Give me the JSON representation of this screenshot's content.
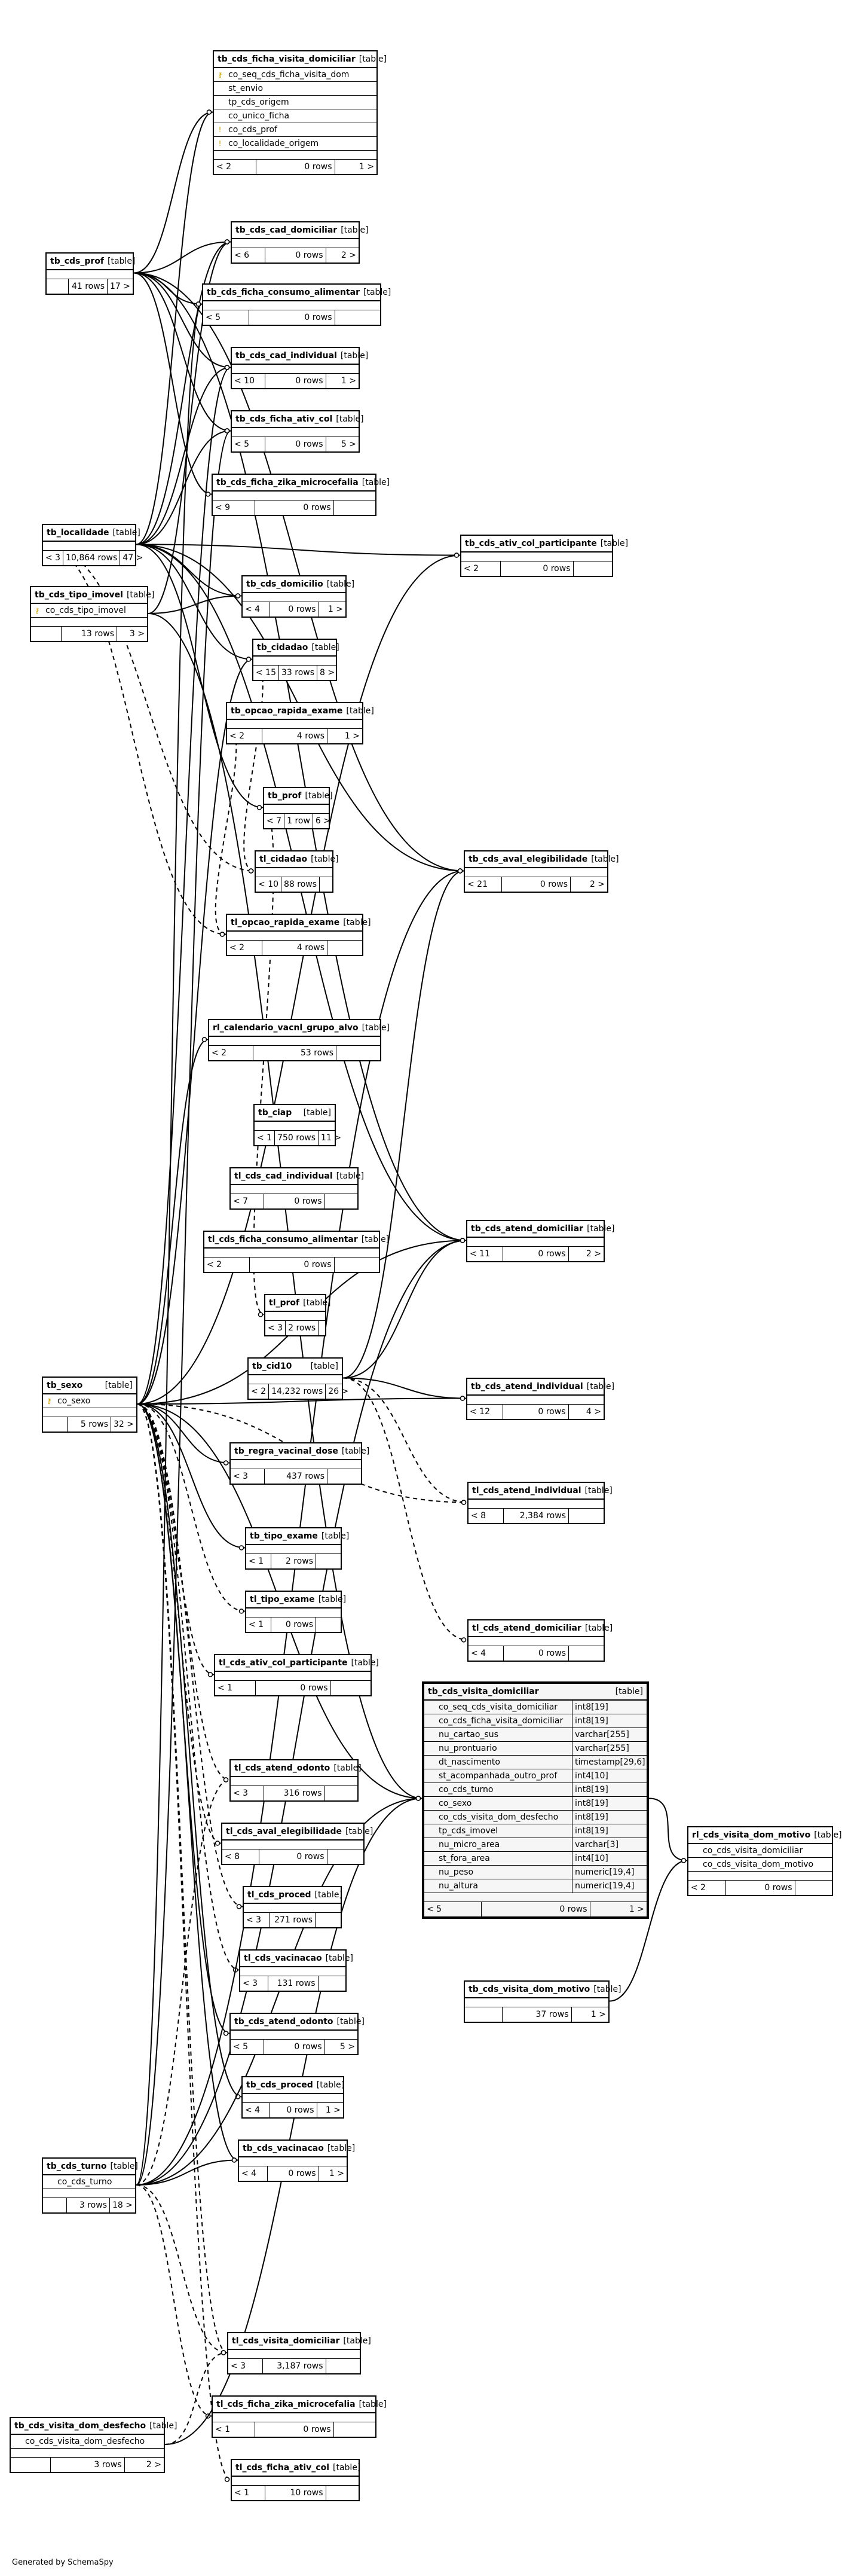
{
  "footer": "Generated by SchemaSpy",
  "kind_label": "[table]",
  "tables": [
    {
      "name": "tb_cds_ficha_visita_domiciliar",
      "columns": [
        {
          "name": "co_seq_cds_ficha_visita_dom",
          "key": "pk"
        },
        {
          "name": "st_envio"
        },
        {
          "name": "tp_cds_origem"
        },
        {
          "name": "co_unico_ficha"
        },
        {
          "name": "co_cds_prof",
          "key": "fk"
        },
        {
          "name": "co_localidade_origem",
          "key": "fk"
        }
      ],
      "parents": "< 2",
      "rows": "0 rows",
      "children": "1 >"
    },
    {
      "name": "tb_cds_cad_domiciliar",
      "columns": [],
      "parents": "< 6",
      "rows": "0 rows",
      "children": "2 >"
    },
    {
      "name": "tb_cds_prof",
      "columns": [],
      "parents": "",
      "rows": "41 rows",
      "children": "17 >"
    },
    {
      "name": "tb_cds_ficha_consumo_alimentar",
      "columns": [],
      "parents": "< 5",
      "rows": "0 rows",
      "children": ""
    },
    {
      "name": "tb_cds_cad_individual",
      "columns": [],
      "parents": "< 10",
      "rows": "0 rows",
      "children": "1 >"
    },
    {
      "name": "tb_cds_ficha_ativ_col",
      "columns": [],
      "parents": "< 5",
      "rows": "0 rows",
      "children": "5 >"
    },
    {
      "name": "tb_cds_ficha_zika_microcefalia",
      "columns": [],
      "parents": "< 9",
      "rows": "0 rows",
      "children": ""
    },
    {
      "name": "tb_localidade",
      "columns": [],
      "parents": "< 3",
      "rows": "10,864 rows",
      "children": "47 >"
    },
    {
      "name": "tb_cds_ativ_col_participante",
      "columns": [],
      "parents": "< 2",
      "rows": "0 rows",
      "children": ""
    },
    {
      "name": "tb_cds_tipo_imovel",
      "columns": [
        {
          "name": "co_cds_tipo_imovel",
          "key": "pk"
        }
      ],
      "parents": "",
      "rows": "13 rows",
      "children": "3 >"
    },
    {
      "name": "tb_cds_domicilio",
      "columns": [],
      "parents": "< 4",
      "rows": "0 rows",
      "children": "1 >"
    },
    {
      "name": "tb_cidadao",
      "columns": [],
      "parents": "< 15",
      "rows": "33 rows",
      "children": "8 >"
    },
    {
      "name": "tb_opcao_rapida_exame",
      "columns": [],
      "parents": "< 2",
      "rows": "4 rows",
      "children": "1 >"
    },
    {
      "name": "tb_prof",
      "columns": [],
      "parents": "< 7",
      "rows": "1 row",
      "children": "6 >"
    },
    {
      "name": "tb_cds_aval_elegibilidade",
      "columns": [],
      "parents": "< 21",
      "rows": "0 rows",
      "children": "2 >"
    },
    {
      "name": "tl_cidadao",
      "columns": [],
      "parents": "< 10",
      "rows": "88 rows",
      "children": ""
    },
    {
      "name": "tl_opcao_rapida_exame",
      "columns": [],
      "parents": "< 2",
      "rows": "4 rows",
      "children": ""
    },
    {
      "name": "rl_calendario_vacnl_grupo_alvo",
      "columns": [],
      "parents": "< 2",
      "rows": "53 rows",
      "children": ""
    },
    {
      "name": "tb_ciap",
      "columns": [],
      "parents": "< 1",
      "rows": "750 rows",
      "children": "11 >"
    },
    {
      "name": "tl_cds_cad_individual",
      "columns": [],
      "parents": "< 7",
      "rows": "0 rows",
      "children": ""
    },
    {
      "name": "tb_cds_atend_domiciliar",
      "columns": [],
      "parents": "< 11",
      "rows": "0 rows",
      "children": "2 >"
    },
    {
      "name": "tl_cds_ficha_consumo_alimentar",
      "columns": [],
      "parents": "< 2",
      "rows": "0 rows",
      "children": ""
    },
    {
      "name": "tl_prof",
      "columns": [],
      "parents": "< 3",
      "rows": "2 rows",
      "children": ""
    },
    {
      "name": "tb_sexo",
      "columns": [
        {
          "name": "co_sexo",
          "key": "pk"
        }
      ],
      "parents": "",
      "rows": "5 rows",
      "children": "32 >"
    },
    {
      "name": "tb_cid10",
      "columns": [],
      "parents": "< 2",
      "rows": "14,232 rows",
      "children": "26 >"
    },
    {
      "name": "tb_cds_atend_individual",
      "columns": [],
      "parents": "< 12",
      "rows": "0 rows",
      "children": "4 >"
    },
    {
      "name": "tb_regra_vacinal_dose",
      "columns": [],
      "parents": "< 3",
      "rows": "437 rows",
      "children": ""
    },
    {
      "name": "tl_cds_atend_individual",
      "columns": [],
      "parents": "< 8",
      "rows": "2,384 rows",
      "children": ""
    },
    {
      "name": "tb_tipo_exame",
      "columns": [],
      "parents": "< 1",
      "rows": "2 rows",
      "children": ""
    },
    {
      "name": "tl_tipo_exame",
      "columns": [],
      "parents": "< 1",
      "rows": "0 rows",
      "children": ""
    },
    {
      "name": "tl_cds_atend_domiciliar",
      "columns": [],
      "parents": "< 4",
      "rows": "0 rows",
      "children": ""
    },
    {
      "name": "tl_cds_ativ_col_participante",
      "columns": [],
      "parents": "< 1",
      "rows": "0 rows",
      "children": ""
    },
    {
      "name": "tb_cds_visita_domiciliar",
      "columns": [
        {
          "name": "co_seq_cds_visita_domiciliar",
          "type": "int8[19]"
        },
        {
          "name": "co_cds_ficha_visita_domiciliar",
          "type": "int8[19]"
        },
        {
          "name": "nu_cartao_sus",
          "type": "varchar[255]"
        },
        {
          "name": "nu_prontuario",
          "type": "varchar[255]"
        },
        {
          "name": "dt_nascimento",
          "type": "timestamp[29,6]"
        },
        {
          "name": "st_acompanhada_outro_prof",
          "type": "int4[10]"
        },
        {
          "name": "co_cds_turno",
          "type": "int8[19]"
        },
        {
          "name": "co_sexo",
          "type": "int8[19]"
        },
        {
          "name": "co_cds_visita_dom_desfecho",
          "type": "int8[19]"
        },
        {
          "name": "tp_cds_imovel",
          "type": "int8[19]"
        },
        {
          "name": "nu_micro_area",
          "type": "varchar[3]"
        },
        {
          "name": "st_fora_area",
          "type": "int4[10]"
        },
        {
          "name": "nu_peso",
          "type": "numeric[19,4]"
        },
        {
          "name": "nu_altura",
          "type": "numeric[19,4]"
        }
      ],
      "parents": "< 5",
      "rows": "0 rows",
      "children": "1 >"
    },
    {
      "name": "tl_cds_atend_odonto",
      "columns": [],
      "parents": "< 3",
      "rows": "316 rows",
      "children": ""
    },
    {
      "name": "rl_cds_visita_dom_motivo",
      "columns": [
        {
          "name": "co_cds_visita_domiciliar"
        },
        {
          "name": "co_cds_visita_dom_motivo"
        }
      ],
      "parents": "< 2",
      "rows": "0 rows",
      "children": ""
    },
    {
      "name": "tl_cds_aval_elegibilidade",
      "columns": [],
      "parents": "< 8",
      "rows": "0 rows",
      "children": ""
    },
    {
      "name": "tl_cds_proced",
      "columns": [],
      "parents": "< 3",
      "rows": "271 rows",
      "children": ""
    },
    {
      "name": "tb_cds_visita_dom_motivo",
      "columns": [],
      "parents": "",
      "rows": "37 rows",
      "children": "1 >"
    },
    {
      "name": "tl_cds_vacinacao",
      "columns": [],
      "parents": "< 3",
      "rows": "131 rows",
      "children": ""
    },
    {
      "name": "tb_cds_atend_odonto",
      "columns": [],
      "parents": "< 5",
      "rows": "0 rows",
      "children": "5 >"
    },
    {
      "name": "tb_cds_proced",
      "columns": [],
      "parents": "< 4",
      "rows": "0 rows",
      "children": "1 >"
    },
    {
      "name": "tb_cds_vacinacao",
      "columns": [],
      "parents": "< 4",
      "rows": "0 rows",
      "children": "1 >"
    },
    {
      "name": "tb_cds_turno",
      "columns": [
        {
          "name": "co_cds_turno"
        }
      ],
      "parents": "",
      "rows": "3 rows",
      "children": "18 >"
    },
    {
      "name": "tl_cds_visita_domiciliar",
      "columns": [],
      "parents": "< 3",
      "rows": "3,187 rows",
      "children": ""
    },
    {
      "name": "tl_cds_ficha_zika_microcefalia",
      "columns": [],
      "parents": "< 1",
      "rows": "0 rows",
      "children": ""
    },
    {
      "name": "tb_cds_visita_dom_desfecho",
      "columns": [
        {
          "name": "co_cds_visita_dom_desfecho"
        }
      ],
      "parents": "",
      "rows": "3 rows",
      "children": "2 >"
    },
    {
      "name": "tl_cds_ficha_ativ_col",
      "columns": [],
      "parents": "< 1",
      "rows": "10 rows",
      "children": ""
    }
  ]
}
